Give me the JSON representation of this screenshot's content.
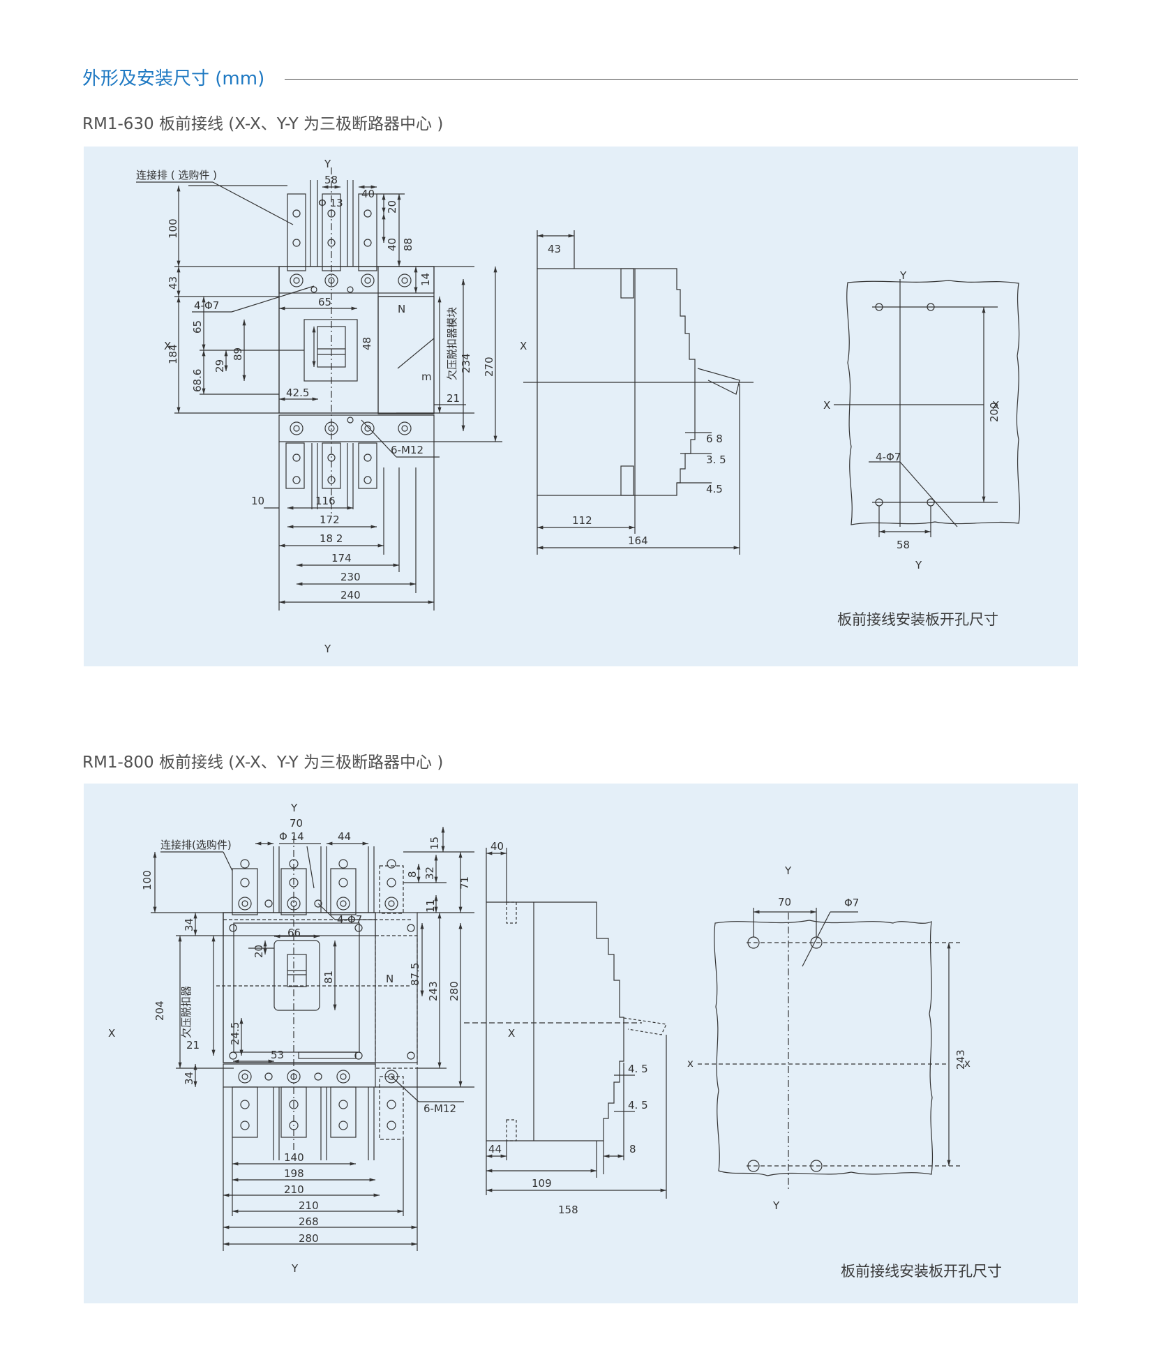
{
  "header": {
    "title": "外形及安装尺寸 (mm)"
  },
  "sections": [
    {
      "subtitle": "RM1-630 板前接线 (X-X、Y-Y 为三极断路器中心 )",
      "caption": "板前接线安装板开孔尺寸",
      "front": {
        "axis_y": "Y",
        "axis_x": "X",
        "neutral": "N",
        "m_mark": "m",
        "busbar_note": "连接排 ( 选购件 )",
        "uv_note": "欠压脱扣器模块",
        "hole_note": "4-Φ7",
        "screw_note": "6-M12",
        "dims": {
          "d58": "58",
          "phi13": "Φ 13",
          "d40": "40",
          "d20": "20",
          "d40b": "40",
          "d88": "88",
          "d14": "14",
          "d100": "100",
          "d43": "43",
          "d65": "65",
          "d65b": "65",
          "d48": "48",
          "d184": "184",
          "d89": "89",
          "d29": "29",
          "d68_6": "68.6",
          "d234": "234",
          "d270": "270",
          "d42_5": "42.5",
          "d21": "21",
          "d10": "10",
          "d116": "116",
          "d172": "172",
          "d182": "18  2",
          "d174": "174",
          "d230": "230",
          "d240": "240"
        }
      },
      "side": {
        "d43": "43",
        "d68": "6 8",
        "d3_5": "3. 5",
        "d4_5": "4.5",
        "d112": "112",
        "d164": "164"
      },
      "cutout": {
        "axis_y": "Y",
        "axis_x": "X",
        "holes": "4-Φ7",
        "d200": "200",
        "d58": "58"
      }
    },
    {
      "subtitle": "RM1-800 板前接线 (X-X、Y-Y 为三极断路器中心 )",
      "caption": "板前接线安装板开孔尺寸",
      "front": {
        "axis_y": "Y",
        "axis_x": "X",
        "neutral": "N",
        "busbar_note": "连接排(选购件)",
        "uv_note": "欠压脱扣器",
        "hole_note": "4-Φ7",
        "screw_note": "6-M12",
        "dims": {
          "d70": "70",
          "phi14": "Φ 14",
          "d44": "44",
          "d15": "15",
          "d100": "100",
          "d8": "8",
          "d32": "32",
          "d71": "71",
          "d11": "11",
          "d34": "34",
          "d66": "66",
          "d20": "20",
          "d204": "204",
          "d81": "81",
          "d87_5": "87.5",
          "d243": "243",
          "d280": "280",
          "d24_5": "24.5",
          "d21": "21",
          "d53": "53",
          "d34b": "34",
          "d140": "140",
          "d198": "198",
          "d210": "210",
          "d210b": "210",
          "d268": "268",
          "d280b": "280"
        }
      },
      "side": {
        "d40": "40",
        "d4_5": "4. 5",
        "d4_5b": "4. 5",
        "d44": "44",
        "d8": "8",
        "d109": "109",
        "d158": "158"
      },
      "cutout": {
        "axis_y": "Y",
        "axis_x": "x",
        "phi7": "Φ7",
        "d70": "70",
        "d243": "243"
      }
    }
  ]
}
